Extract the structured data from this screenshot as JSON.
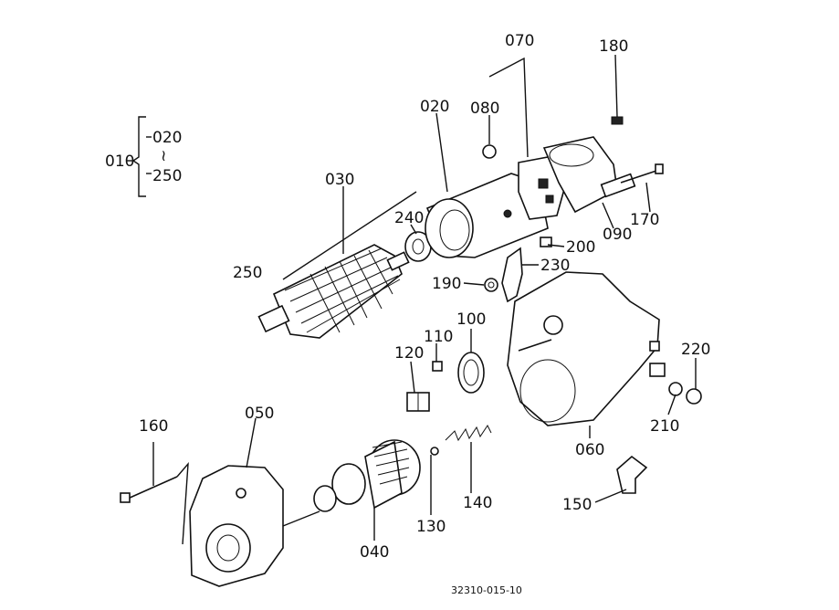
{
  "diagram": {
    "group_label": "010",
    "group_range_start": "020",
    "group_range_tilde": "≀",
    "group_range_end": "250",
    "footer_code": "32310-015-10",
    "callouts": [
      {
        "id": "070",
        "text": "070"
      },
      {
        "id": "180",
        "text": "180"
      },
      {
        "id": "020",
        "text": "020"
      },
      {
        "id": "080",
        "text": "080"
      },
      {
        "id": "030",
        "text": "030"
      },
      {
        "id": "240",
        "text": "240"
      },
      {
        "id": "170",
        "text": "170"
      },
      {
        "id": "090",
        "text": "090"
      },
      {
        "id": "200",
        "text": "200"
      },
      {
        "id": "230",
        "text": "230"
      },
      {
        "id": "250",
        "text": "250"
      },
      {
        "id": "190",
        "text": "190"
      },
      {
        "id": "100",
        "text": "100"
      },
      {
        "id": "110",
        "text": "110"
      },
      {
        "id": "120",
        "text": "120"
      },
      {
        "id": "220",
        "text": "220"
      },
      {
        "id": "210",
        "text": "210"
      },
      {
        "id": "060",
        "text": "060"
      },
      {
        "id": "160",
        "text": "160"
      },
      {
        "id": "050",
        "text": "050"
      },
      {
        "id": "140",
        "text": "140"
      },
      {
        "id": "130",
        "text": "130"
      },
      {
        "id": "150",
        "text": "150"
      },
      {
        "id": "040",
        "text": "040"
      }
    ]
  }
}
